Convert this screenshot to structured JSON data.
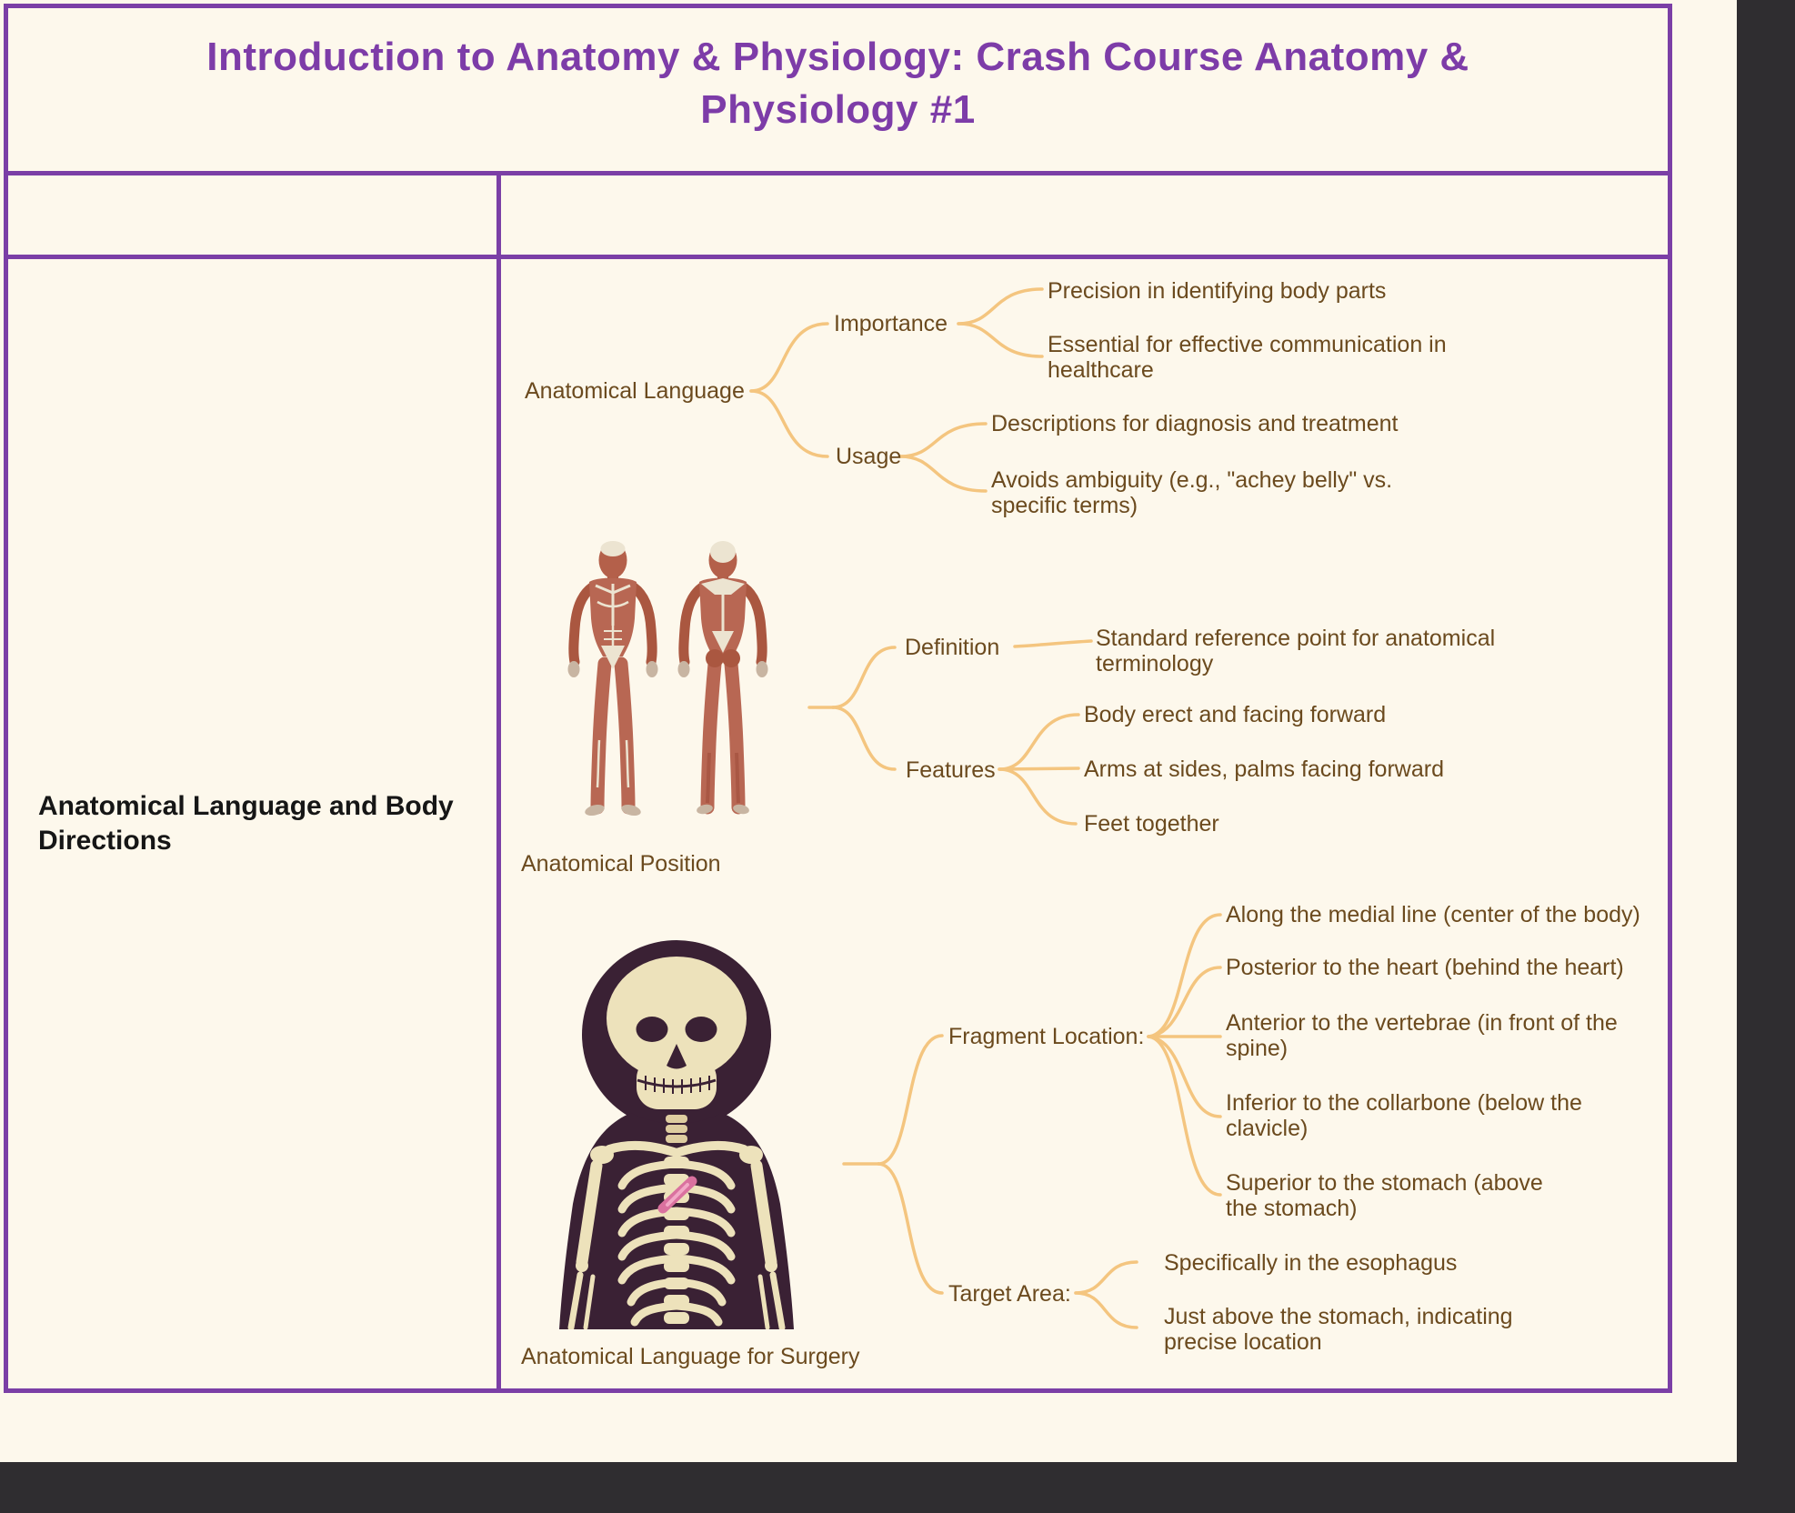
{
  "title": "Introduction to Anatomy & Physiology: Crash Course Anatomy & Physiology #1",
  "table": {
    "row_label": "Anatomical Language and Body Directions"
  },
  "mindmap_language": {
    "root": "Anatomical Language",
    "branches": [
      {
        "label": "Importance",
        "children": [
          "Precision in identifying body parts",
          "Essential for effective communication in healthcare"
        ]
      },
      {
        "label": "Usage",
        "children": [
          "Descriptions for diagnosis and treatment",
          "Avoids ambiguity (e.g., \"achey belly\" vs. specific terms)"
        ]
      }
    ]
  },
  "mindmap_position": {
    "caption": "Anatomical Position",
    "branches": [
      {
        "label": "Definition",
        "children": [
          "Standard reference point for anatomical terminology"
        ]
      },
      {
        "label": "Features",
        "children": [
          "Body erect and facing forward",
          "Arms at sides, palms facing forward",
          "Feet together"
        ]
      }
    ]
  },
  "mindmap_surgery": {
    "caption": "Anatomical Language for Surgery",
    "branches": [
      {
        "label": "Fragment Location:",
        "children": [
          "Along the medial line (center of the body)",
          "Posterior to the heart (behind the heart)",
          "Anterior to the vertebrae (in front of the spine)",
          "Inferior to the collarbone (below the clavicle)",
          "Superior to the stomach (above the stomach)"
        ]
      },
      {
        "label": "Target Area:",
        "children": [
          "Specifically in the esophagus",
          "Just above the stomach, indicating precise location"
        ]
      }
    ]
  },
  "images": {
    "muscle_figures": "front-and-back-muscular-anatomy-figures",
    "skeleton": "cartoon-skeleton-upper-body-with-swallowed-fragment"
  },
  "colors": {
    "page_background": "#fdf8ec",
    "outer_background": "#2f2d30",
    "table_border": "#7b3fa6",
    "title_text": "#7d3ca8",
    "node_text": "#6b4a1e",
    "connector": "#f4c57f"
  }
}
